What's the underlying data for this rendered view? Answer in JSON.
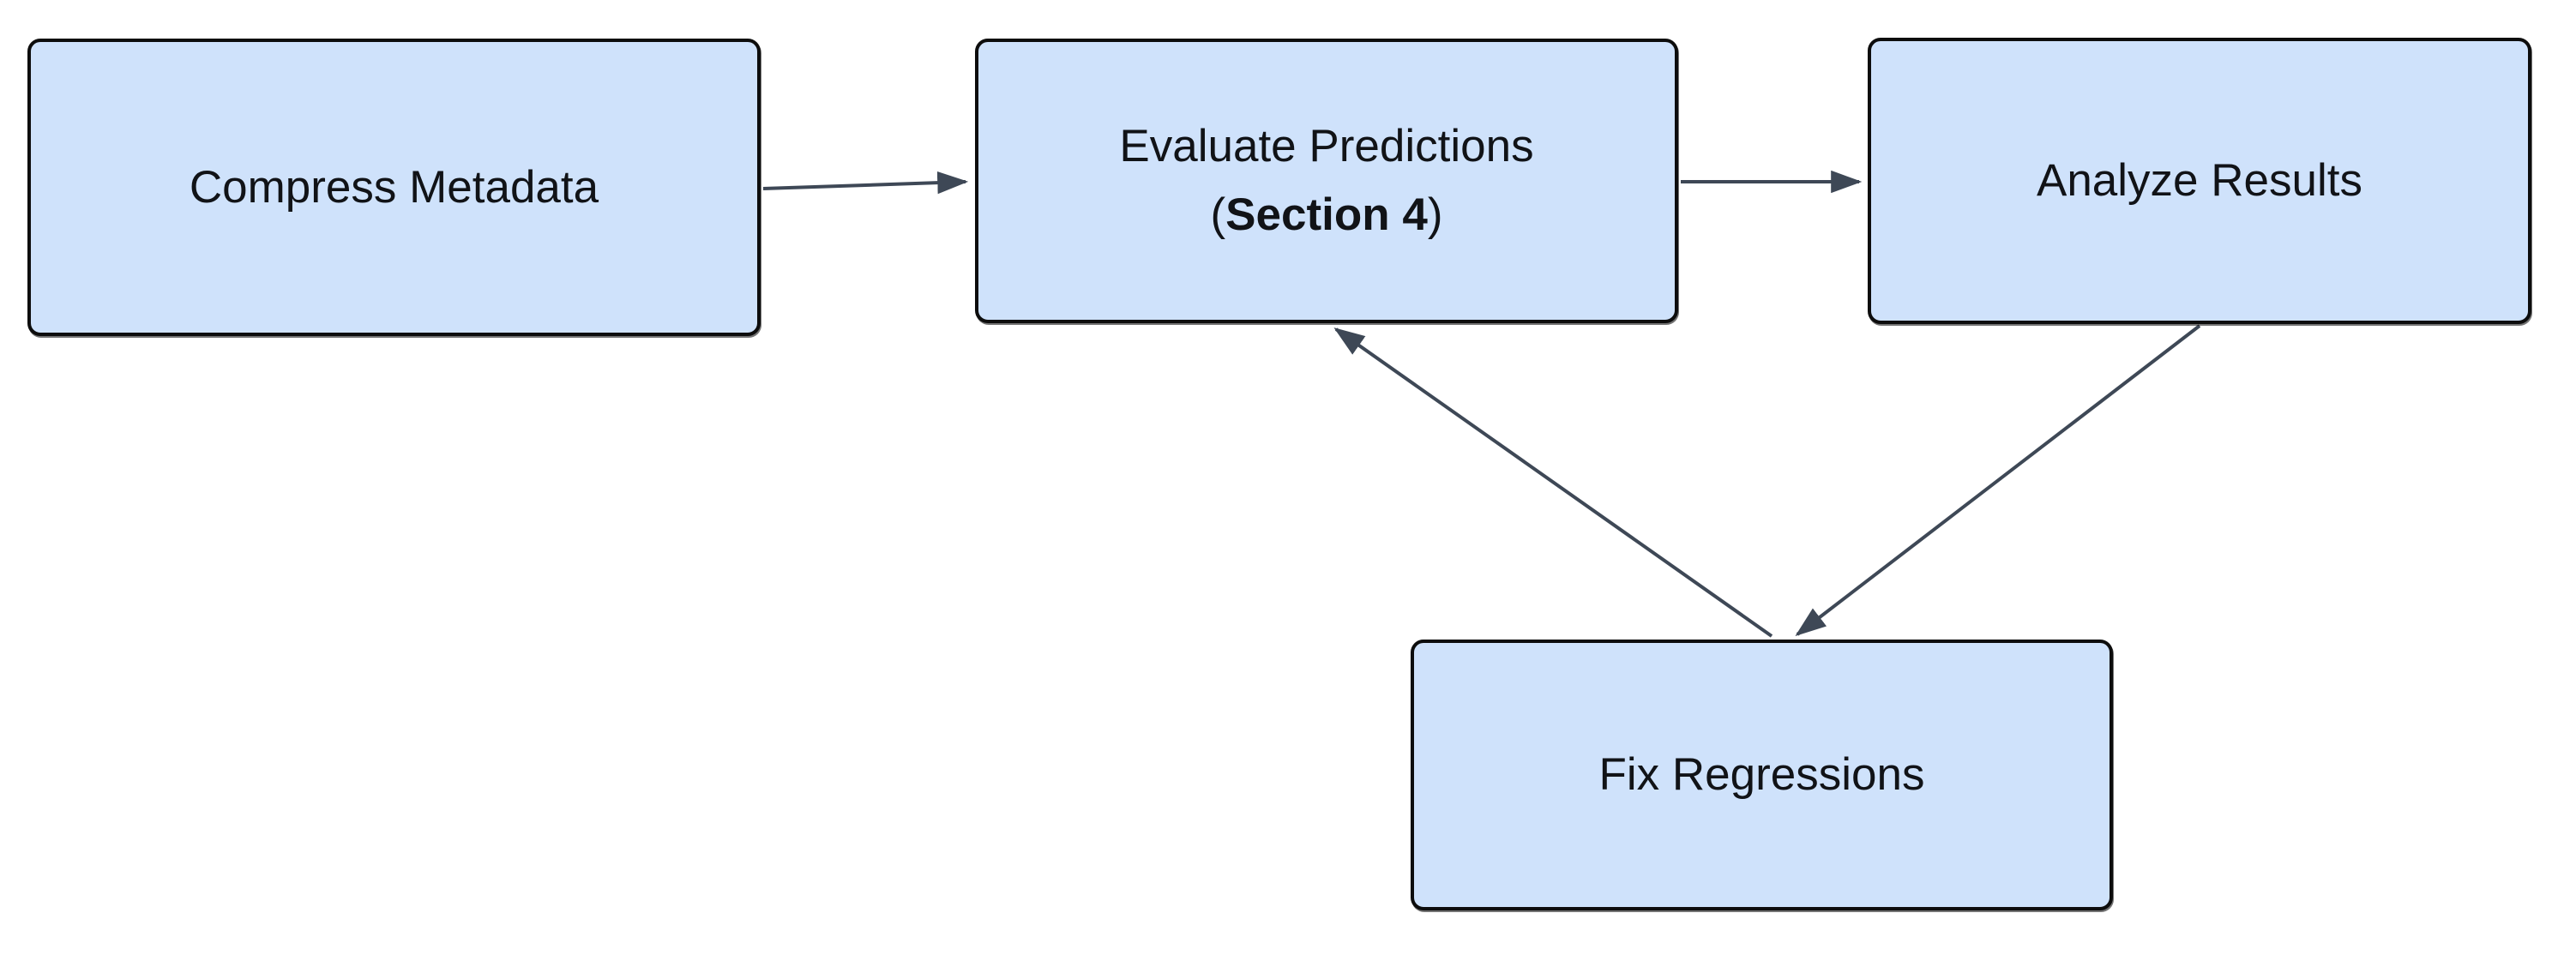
{
  "diagram": {
    "colors": {
      "background": "#ffffff",
      "node_fill": "#cfe2fb",
      "node_border": "#0d0d0d",
      "arrow": "#3e4856",
      "text": "#111317"
    },
    "nodes": [
      {
        "id": "compress-metadata",
        "label": "Compress Metadata"
      },
      {
        "id": "evaluate-predictions",
        "line1": "Evaluate Predictions",
        "line2_prefix": "(",
        "line2_bold": "Section 4",
        "line2_suffix": ")"
      },
      {
        "id": "analyze-results",
        "label": "Analyze Results"
      },
      {
        "id": "fix-regressions",
        "label": "Fix Regressions"
      }
    ],
    "edges": [
      {
        "from": "compress-metadata",
        "to": "evaluate-predictions"
      },
      {
        "from": "evaluate-predictions",
        "to": "analyze-results"
      },
      {
        "from": "analyze-results",
        "to": "fix-regressions"
      },
      {
        "from": "fix-regressions",
        "to": "evaluate-predictions"
      }
    ]
  }
}
